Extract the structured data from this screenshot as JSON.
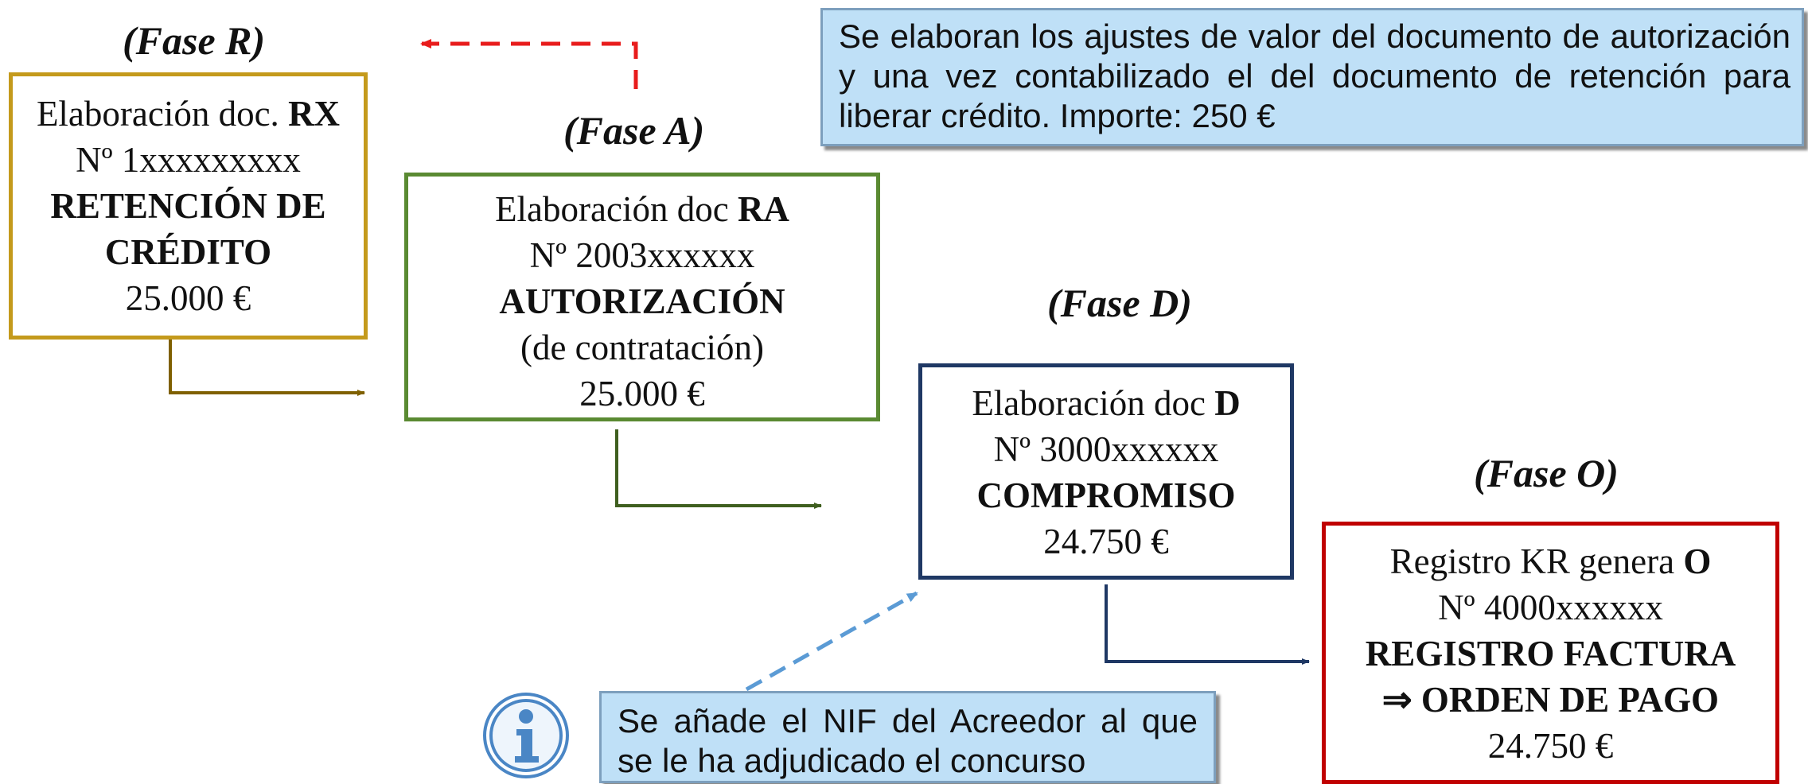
{
  "phases": {
    "r": {
      "label": "(Fase R)"
    },
    "a": {
      "label": "(Fase A)"
    },
    "d": {
      "label": "(Fase D)"
    },
    "o": {
      "label": "(Fase O)"
    }
  },
  "boxes": {
    "rx": {
      "title_prefix": "Elaboración doc. ",
      "title_code": "RX",
      "number": "Nº 1xxxxxxxxx",
      "name_line1": "RETENCIÓN DE",
      "name_line2": "CRÉDITO",
      "amount": "25.000 €",
      "border_color": "#c49a1c"
    },
    "ra": {
      "title_prefix": "Elaboración doc ",
      "title_code": "RA",
      "number": "Nº 2003xxxxxx",
      "name": "AUTORIZACIÓN",
      "subtitle": "(de contratación)",
      "amount": "25.000 €",
      "border_color": "#5a8a32"
    },
    "d": {
      "title_prefix": "Elaboración doc ",
      "title_code": "D",
      "number": "Nº 3000xxxxxx",
      "name": "COMPROMISO",
      "amount": "24.750 €",
      "border_color": "#1f3864"
    },
    "o": {
      "title_prefix": "Registro KR genera ",
      "title_code": "O",
      "number": "Nº 4000xxxxxx",
      "name": "REGISTRO FACTURA",
      "name_line2": "⇒ ORDEN DE PAGO",
      "amount": "24.750 €",
      "border_color": "#c00000"
    }
  },
  "notes": {
    "top": {
      "text": "Se elaboran los ajustes de valor del documento de autorización y una vez contabilizado el del documento de retención para liberar crédito. Importe: 250 €"
    },
    "bottom": {
      "text": "Se añade el NIF del Acreedor al que se le ha adjudicado el concurso"
    }
  },
  "icons": {
    "info": "info-icon"
  },
  "colors": {
    "note_background": "#bfe0f7",
    "arrow_r": "#7f6000",
    "arrow_a": "#3f5f1f",
    "arrow_d": "#1f3864",
    "arrow_dashed_red": "#e81c1c",
    "arrow_dashed_blue": "#5b9bd5",
    "info_icon": "#4a86c5"
  }
}
